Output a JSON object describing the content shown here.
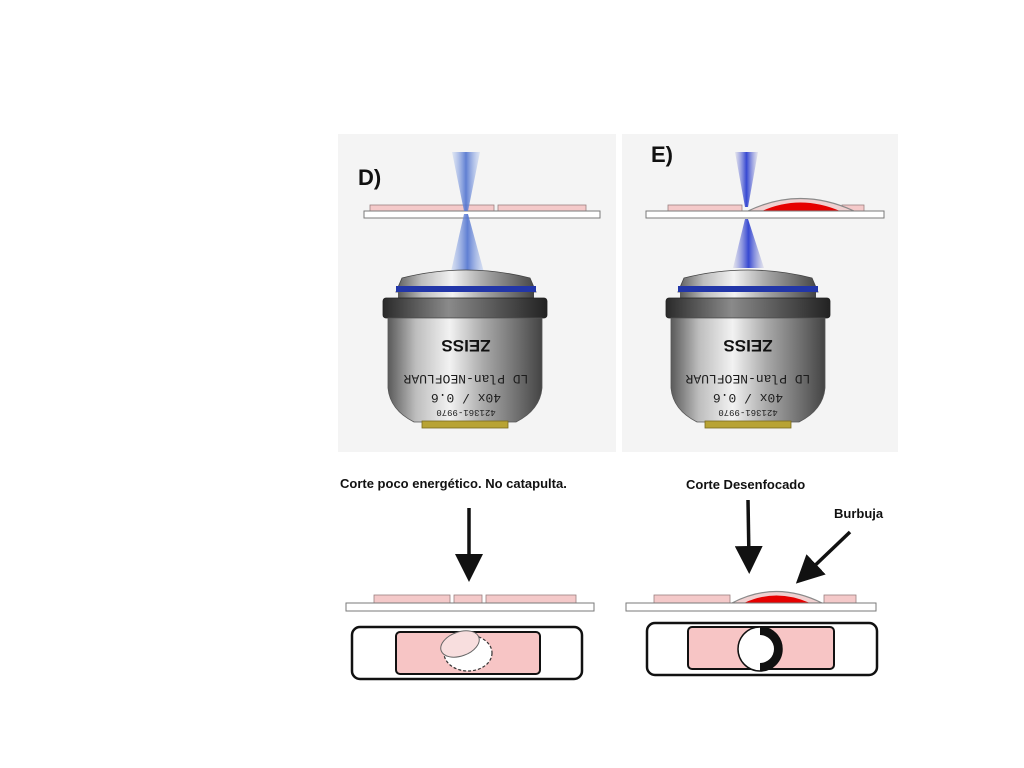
{
  "panels": [
    {
      "id": "D",
      "letter": "D)",
      "caption": "Corte poco energético. No catapulta.",
      "objective": {
        "brand": "ZEISS",
        "model": "LD Plan-NEOFLUAR",
        "magnification": "40x / 0.6",
        "serial": "421361-9970"
      }
    },
    {
      "id": "E",
      "letter": "E)",
      "caption": "Corte Desenfocado",
      "annotation": "Burbuja",
      "objective": {
        "brand": "ZEISS",
        "model": "LD Plan-NEOFLUAR",
        "magnification": "40x / 0.6",
        "serial": "421361-9970"
      }
    }
  ],
  "colors": {
    "tissue": "#f4c9c9",
    "slide_border": "#7a7a7a",
    "bubble_fill": "#e60000",
    "beam": "#6f8fd6",
    "objective_ring": "#2236a8",
    "objective_tip": "#b8a334"
  }
}
